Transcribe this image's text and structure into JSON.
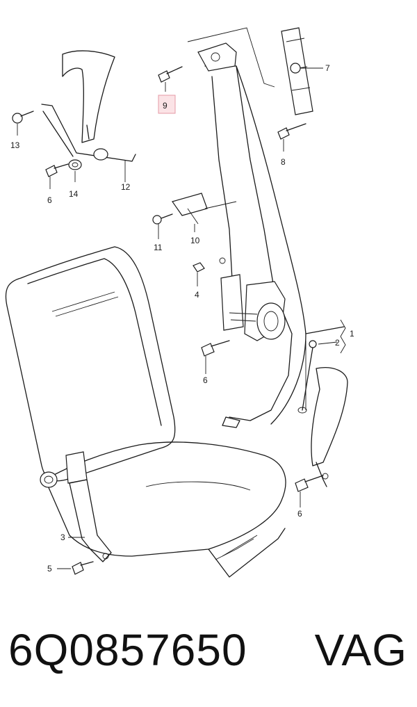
{
  "diagram": {
    "callouts": [
      {
        "id": "c1",
        "text": "1"
      },
      {
        "id": "c2",
        "text": "2"
      },
      {
        "id": "c3",
        "text": "3"
      },
      {
        "id": "c4",
        "text": "4"
      },
      {
        "id": "c5",
        "text": "5"
      },
      {
        "id": "c6a",
        "text": "6"
      },
      {
        "id": "c6b",
        "text": "6"
      },
      {
        "id": "c6c",
        "text": "6"
      },
      {
        "id": "c7",
        "text": "7"
      },
      {
        "id": "c8",
        "text": "8"
      },
      {
        "id": "c9",
        "text": "9",
        "highlighted": true
      },
      {
        "id": "c10",
        "text": "10"
      },
      {
        "id": "c11",
        "text": "11"
      },
      {
        "id": "c12",
        "text": "12"
      },
      {
        "id": "c13",
        "text": "13"
      },
      {
        "id": "c14",
        "text": "14"
      }
    ],
    "highlight_color": "#fbe3e6"
  },
  "caption": {
    "part_number": "6Q0857650",
    "brand": "VAG"
  }
}
